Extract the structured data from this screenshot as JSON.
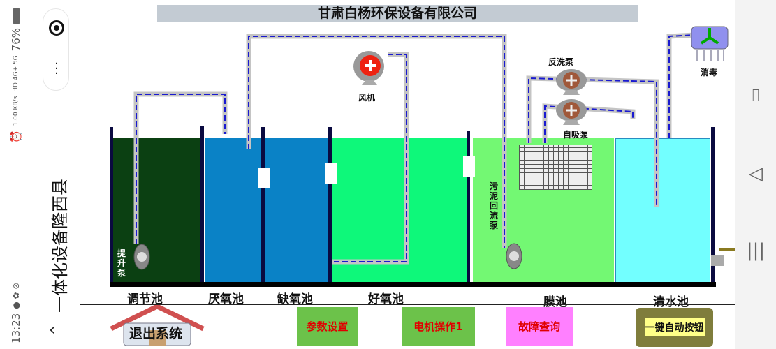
{
  "status_bar": {
    "time": "13:23",
    "net_speed": "1.00 KB/s",
    "network": "HD 4G+ 5G",
    "battery": "76%"
  },
  "app": {
    "title": "一体化设备隆西县",
    "back_icon": "chevron-left"
  },
  "header": {
    "title": "甘肃白杨环保设备有限公司"
  },
  "tanks": [
    {
      "label": "调节池"
    },
    {
      "label": "厌氧池"
    },
    {
      "label": "缺氧池"
    },
    {
      "label": "好氧池"
    },
    {
      "label": "膜池"
    },
    {
      "label": "清水池"
    }
  ],
  "equipment": {
    "lift_pump": "提升泵",
    "blower": "风机",
    "sludge_pump": "污泥回流泵",
    "backwash_pump": "反洗泵",
    "self_priming_pump": "自吸泵",
    "disinfection": "消毒"
  },
  "buttons": {
    "exit": "退出系统",
    "params": "参数设置",
    "motor": "电机操作1",
    "fault": "故障查询",
    "auto": "一键自动按钮"
  },
  "colors": {
    "regulating": "#0b4012",
    "anoxic": "#0a82c6",
    "aerobic": "#0ef87a",
    "membrane": "#73f873",
    "clear": "#72ffff",
    "pipe_flow": "#1a1ad0"
  }
}
